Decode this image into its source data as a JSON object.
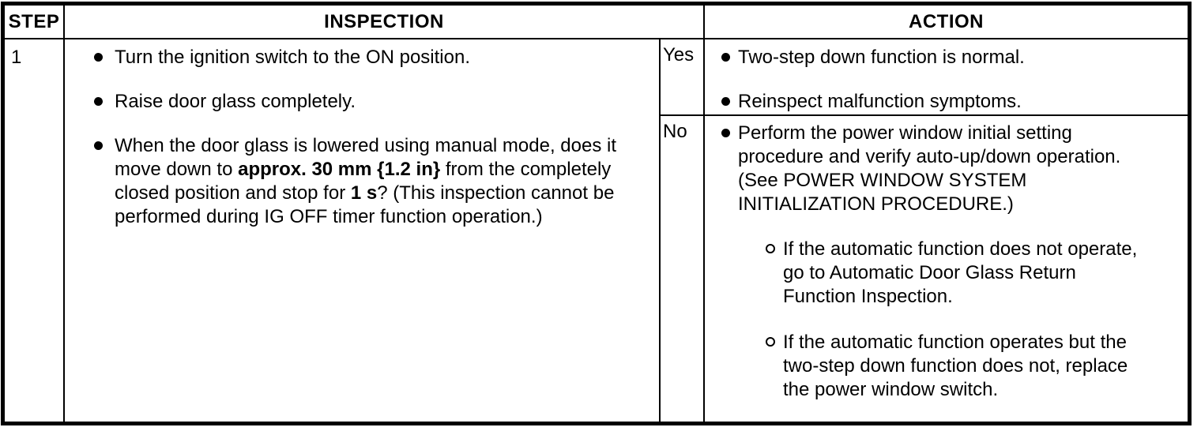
{
  "colors": {
    "border": "#000000",
    "background": "#ffffff",
    "text": "#000000"
  },
  "table": {
    "header": {
      "step": "STEP",
      "inspection": "INSPECTION",
      "action": "ACTION"
    },
    "row": {
      "step": "1",
      "inspection": {
        "items": [
          {
            "parts": [
              {
                "text": "Turn the ignition switch to the ON position.",
                "bold": false
              }
            ]
          },
          {
            "parts": [
              {
                "text": "Raise door glass completely.",
                "bold": false
              }
            ]
          },
          {
            "parts": [
              {
                "text": "When the door glass is lowered using manual mode, does it move down to ",
                "bold": false
              },
              {
                "text": "approx. 30 mm {1.2 in}",
                "bold": true
              },
              {
                "text": " from the completely closed position and stop for ",
                "bold": false
              },
              {
                "text": "1 s",
                "bold": true
              },
              {
                "text": "? (This inspection cannot be performed during IG OFF timer function operation.)",
                "bold": false
              }
            ]
          }
        ]
      },
      "branches": [
        {
          "label": "Yes",
          "actions": [
            {
              "parts": [
                {
                  "text": "Two-step down function is normal.",
                  "bold": false
                }
              ],
              "sub_actions": []
            },
            {
              "parts": [
                {
                  "text": "Reinspect malfunction symptoms.",
                  "bold": false
                }
              ],
              "sub_actions": []
            }
          ]
        },
        {
          "label": "No",
          "actions": [
            {
              "parts": [
                {
                  "text": "Perform the power window initial setting procedure and verify auto-up/down operation.(See POWER WINDOW SYSTEM INITIALIZATION PROCEDURE.)",
                  "bold": false
                }
              ],
              "sub_actions": [
                "If the automatic function does not operate, go to Automatic Door Glass Return Function Inspection.",
                "If the automatic function operates but the two-step down function does not, replace the power window switch."
              ]
            }
          ]
        }
      ]
    }
  }
}
